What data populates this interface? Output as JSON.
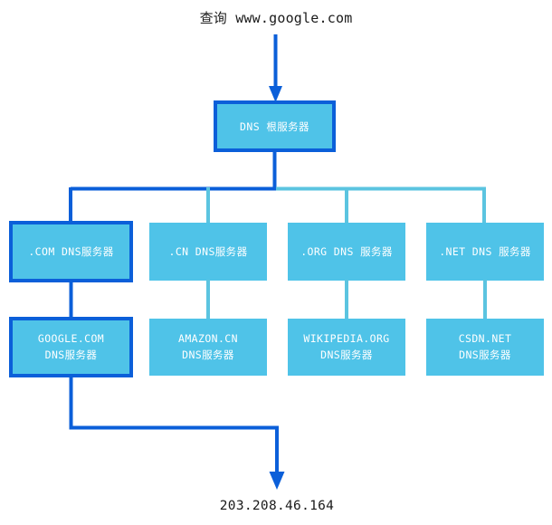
{
  "diagram": {
    "title_text": "查询 www.google.com",
    "result_text": "203.208.46.164",
    "colors": {
      "highlight_stroke": "#0B5FD9",
      "node_fill": "#4FC3E8",
      "plain_stroke": "#5BC4E0",
      "node_text": "#ffffff",
      "page_text": "#1a1a1a",
      "background": "#ffffff"
    },
    "root": {
      "label": "DNS 根服务器",
      "highlighted": true
    },
    "tld_nodes": [
      {
        "label": ".COM DNS服务器",
        "highlighted": true
      },
      {
        "label": ".CN DNS服务器",
        "highlighted": false
      },
      {
        "label": ".ORG DNS 服务器",
        "highlighted": false
      },
      {
        "label": ".NET DNS 服务器",
        "highlighted": false
      }
    ],
    "authoritative_nodes": [
      {
        "line1": "GOOGLE.COM",
        "line2": "DNS服务器",
        "highlighted": true
      },
      {
        "line1": "AMAZON.CN",
        "line2": "DNS服务器",
        "highlighted": false
      },
      {
        "line1": "WIKIPEDIA.ORG",
        "line2": "DNS服务器",
        "highlighted": false
      },
      {
        "line1": "CSDN.NET",
        "line2": "DNS服务器",
        "highlighted": false
      }
    ]
  }
}
